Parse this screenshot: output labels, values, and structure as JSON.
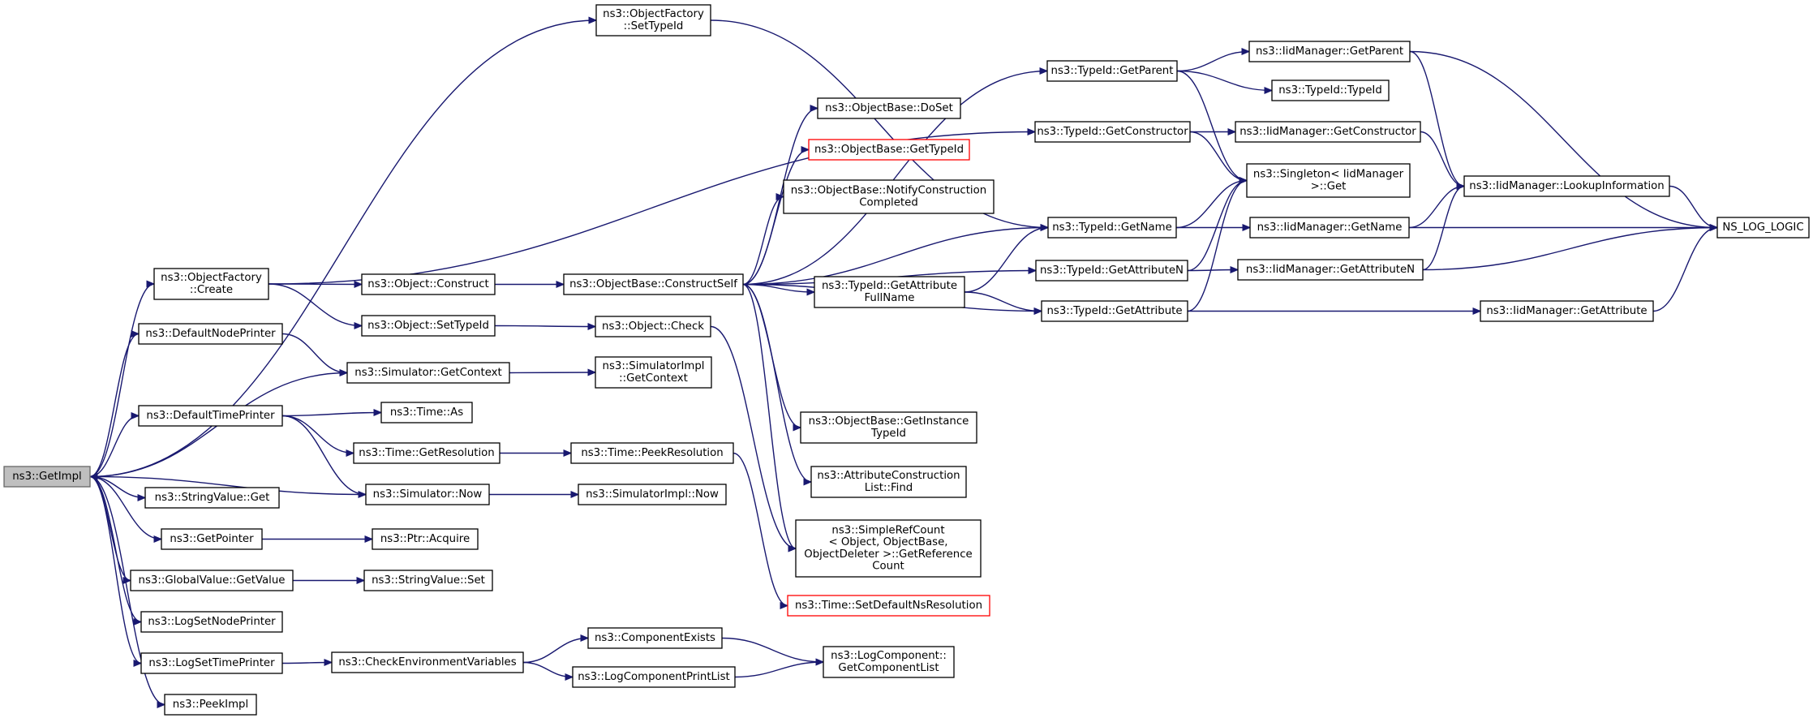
{
  "diagram": {
    "type": "call-graph",
    "colors": {
      "edge": "#191970",
      "current_node_fill": "#bfbfbf",
      "node_border": "#000000",
      "incomplete_node_border": "#ff0000"
    },
    "nodes": [
      {
        "id": "getimpl",
        "lines": [
          "ns3::GetImpl"
        ]
      },
      {
        "id": "of_create",
        "lines": [
          "ns3::ObjectFactory",
          "::Create"
        ]
      },
      {
        "id": "default_node_printer",
        "lines": [
          "ns3::DefaultNodePrinter"
        ]
      },
      {
        "id": "default_time_printer",
        "lines": [
          "ns3::DefaultTimePrinter"
        ]
      },
      {
        "id": "stringvalue_get",
        "lines": [
          "ns3::StringValue::Get"
        ]
      },
      {
        "id": "getpointer",
        "lines": [
          "ns3::GetPointer"
        ]
      },
      {
        "id": "globalvalue_getvalue",
        "lines": [
          "ns3::GlobalValue::GetValue"
        ]
      },
      {
        "id": "log_set_node_printer",
        "lines": [
          "ns3::LogSetNodePrinter"
        ]
      },
      {
        "id": "log_set_time_printer",
        "lines": [
          "ns3::LogSetTimePrinter"
        ]
      },
      {
        "id": "peekimpl",
        "lines": [
          "ns3::PeekImpl"
        ]
      },
      {
        "id": "of_settypeid",
        "lines": [
          "ns3::ObjectFactory",
          "::SetTypeId"
        ]
      },
      {
        "id": "object_construct",
        "lines": [
          "ns3::Object::Construct"
        ]
      },
      {
        "id": "object_settypeid",
        "lines": [
          "ns3::Object::SetTypeId"
        ]
      },
      {
        "id": "simulator_getcontext",
        "lines": [
          "ns3::Simulator::GetContext"
        ]
      },
      {
        "id": "time_as",
        "lines": [
          "ns3::Time::As"
        ]
      },
      {
        "id": "time_getresolution",
        "lines": [
          "ns3::Time::GetResolution"
        ]
      },
      {
        "id": "simulator_now",
        "lines": [
          "ns3::Simulator::Now"
        ]
      },
      {
        "id": "ptr_acquire",
        "lines": [
          "ns3::Ptr::Acquire"
        ]
      },
      {
        "id": "stringvalue_set",
        "lines": [
          "ns3::StringValue::Set"
        ]
      },
      {
        "id": "check_env",
        "lines": [
          "ns3::CheckEnvironmentVariables"
        ]
      },
      {
        "id": "objectbase_constructself",
        "lines": [
          "ns3::ObjectBase::ConstructSelf"
        ]
      },
      {
        "id": "object_check",
        "lines": [
          "ns3::Object::Check"
        ]
      },
      {
        "id": "simimpl_getcontext",
        "lines": [
          "ns3::SimulatorImpl",
          "::GetContext"
        ]
      },
      {
        "id": "time_peekresolution",
        "lines": [
          "ns3::Time::PeekResolution"
        ]
      },
      {
        "id": "simimpl_now",
        "lines": [
          "ns3::SimulatorImpl::Now"
        ]
      },
      {
        "id": "component_exists",
        "lines": [
          "ns3::ComponentExists"
        ]
      },
      {
        "id": "log_component_printlist",
        "lines": [
          "ns3::LogComponentPrintList"
        ]
      },
      {
        "id": "objectbase_doset",
        "lines": [
          "ns3::ObjectBase::DoSet"
        ]
      },
      {
        "id": "objectbase_gettypeid",
        "lines": [
          "ns3::ObjectBase::GetTypeId"
        ]
      },
      {
        "id": "objectbase_notify",
        "lines": [
          "ns3::ObjectBase::NotifyConstruction",
          "Completed"
        ]
      },
      {
        "id": "typeid_getattrfullname",
        "lines": [
          "ns3::TypeId::GetAttribute",
          "FullName"
        ]
      },
      {
        "id": "objectbase_getinstancetypeid",
        "lines": [
          "ns3::ObjectBase::GetInstance",
          "TypeId"
        ]
      },
      {
        "id": "attrconstructionlist_find",
        "lines": [
          "ns3::AttributeConstruction",
          "List::Find"
        ]
      },
      {
        "id": "simplerefcount",
        "lines": [
          "ns3::SimpleRefCount",
          "< Object, ObjectBase,",
          " ObjectDeleter >::GetReference",
          "Count"
        ]
      },
      {
        "id": "time_setdefaultnsres",
        "lines": [
          "ns3::Time::SetDefaultNsResolution"
        ]
      },
      {
        "id": "logcomponent_getlist",
        "lines": [
          "ns3::LogComponent::",
          "GetComponentList"
        ]
      },
      {
        "id": "typeid_getparent",
        "lines": [
          "ns3::TypeId::GetParent"
        ]
      },
      {
        "id": "typeid_getconstructor",
        "lines": [
          "ns3::TypeId::GetConstructor"
        ]
      },
      {
        "id": "typeid_getname",
        "lines": [
          "ns3::TypeId::GetName"
        ]
      },
      {
        "id": "typeid_getattributen",
        "lines": [
          "ns3::TypeId::GetAttributeN"
        ]
      },
      {
        "id": "typeid_getattribute",
        "lines": [
          "ns3::TypeId::GetAttribute"
        ]
      },
      {
        "id": "iidmgr_getparent",
        "lines": [
          "ns3::IidManager::GetParent"
        ]
      },
      {
        "id": "typeid_typeid",
        "lines": [
          "ns3::TypeId::TypeId"
        ]
      },
      {
        "id": "iidmgr_getconstructor",
        "lines": [
          "ns3::IidManager::GetConstructor"
        ]
      },
      {
        "id": "singleton_get",
        "lines": [
          "ns3::Singleton< IidManager",
          " >::Get"
        ]
      },
      {
        "id": "iidmgr_getname",
        "lines": [
          "ns3::IidManager::GetName"
        ]
      },
      {
        "id": "iidmgr_getattributen",
        "lines": [
          "ns3::IidManager::GetAttributeN"
        ]
      },
      {
        "id": "iidmgr_getattribute",
        "lines": [
          "ns3::IidManager::GetAttribute"
        ]
      },
      {
        "id": "iidmgr_lookupinfo",
        "lines": [
          "ns3::IidManager::LookupInformation"
        ]
      },
      {
        "id": "ns_log_logic",
        "lines": [
          "NS_LOG_LOGIC"
        ]
      }
    ],
    "edges": [
      [
        "getimpl",
        "of_settypeid"
      ],
      [
        "getimpl",
        "of_create"
      ],
      [
        "getimpl",
        "default_node_printer"
      ],
      [
        "getimpl",
        "simulator_getcontext"
      ],
      [
        "getimpl",
        "default_time_printer"
      ],
      [
        "getimpl",
        "stringvalue_get"
      ],
      [
        "getimpl",
        "getpointer"
      ],
      [
        "getimpl",
        "globalvalue_getvalue"
      ],
      [
        "getimpl",
        "log_set_node_printer"
      ],
      [
        "getimpl",
        "log_set_time_printer"
      ],
      [
        "getimpl",
        "peekimpl"
      ],
      [
        "simulator_now",
        "getimpl"
      ],
      [
        "of_create",
        "typeid_getconstructor"
      ],
      [
        "of_create",
        "object_construct"
      ],
      [
        "of_create",
        "object_settypeid"
      ],
      [
        "default_node_printer",
        "simulator_getcontext"
      ],
      [
        "default_time_printer",
        "time_as"
      ],
      [
        "default_time_printer",
        "time_getresolution"
      ],
      [
        "default_time_printer",
        "simulator_now"
      ],
      [
        "getpointer",
        "ptr_acquire"
      ],
      [
        "globalvalue_getvalue",
        "stringvalue_set"
      ],
      [
        "log_set_time_printer",
        "check_env"
      ],
      [
        "of_settypeid",
        "typeid_getname"
      ],
      [
        "object_construct",
        "objectbase_constructself"
      ],
      [
        "object_settypeid",
        "object_check"
      ],
      [
        "simulator_getcontext",
        "simimpl_getcontext"
      ],
      [
        "time_getresolution",
        "time_peekresolution"
      ],
      [
        "simulator_now",
        "simimpl_now"
      ],
      [
        "check_env",
        "component_exists"
      ],
      [
        "check_env",
        "log_component_printlist"
      ],
      [
        "objectbase_constructself",
        "typeid_getparent"
      ],
      [
        "objectbase_constructself",
        "objectbase_doset"
      ],
      [
        "objectbase_constructself",
        "objectbase_gettypeid"
      ],
      [
        "objectbase_constructself",
        "objectbase_notify"
      ],
      [
        "objectbase_constructself",
        "typeid_getname"
      ],
      [
        "objectbase_constructself",
        "typeid_getattrfullname"
      ],
      [
        "objectbase_constructself",
        "typeid_getattributen"
      ],
      [
        "objectbase_constructself",
        "typeid_getattribute"
      ],
      [
        "objectbase_constructself",
        "objectbase_getinstancetypeid"
      ],
      [
        "objectbase_constructself",
        "attrconstructionlist_find"
      ],
      [
        "objectbase_constructself",
        "simplerefcount"
      ],
      [
        "object_check",
        "simplerefcount"
      ],
      [
        "time_peekresolution",
        "time_setdefaultnsres"
      ],
      [
        "component_exists",
        "logcomponent_getlist"
      ],
      [
        "log_component_printlist",
        "logcomponent_getlist"
      ],
      [
        "typeid_getattrfullname",
        "typeid_getname"
      ],
      [
        "typeid_getattrfullname",
        "typeid_getattribute"
      ],
      [
        "typeid_getparent",
        "iidmgr_getparent"
      ],
      [
        "typeid_getparent",
        "typeid_typeid"
      ],
      [
        "typeid_getparent",
        "singleton_get"
      ],
      [
        "typeid_getconstructor",
        "iidmgr_getconstructor"
      ],
      [
        "typeid_getconstructor",
        "singleton_get"
      ],
      [
        "typeid_getname",
        "singleton_get"
      ],
      [
        "typeid_getname",
        "iidmgr_getname"
      ],
      [
        "typeid_getattributen",
        "singleton_get"
      ],
      [
        "typeid_getattributen",
        "iidmgr_getattributen"
      ],
      [
        "typeid_getattribute",
        "singleton_get"
      ],
      [
        "typeid_getattribute",
        "iidmgr_getattribute"
      ],
      [
        "iidmgr_getparent",
        "iidmgr_lookupinfo"
      ],
      [
        "iidmgr_getparent",
        "ns_log_logic"
      ],
      [
        "iidmgr_getconstructor",
        "iidmgr_lookupinfo"
      ],
      [
        "iidmgr_getname",
        "iidmgr_lookupinfo"
      ],
      [
        "iidmgr_getname",
        "ns_log_logic"
      ],
      [
        "iidmgr_getattributen",
        "iidmgr_lookupinfo"
      ],
      [
        "iidmgr_getattributen",
        "ns_log_logic"
      ],
      [
        "iidmgr_getattribute",
        "ns_log_logic"
      ],
      [
        "iidmgr_lookupinfo",
        "ns_log_logic"
      ]
    ]
  }
}
